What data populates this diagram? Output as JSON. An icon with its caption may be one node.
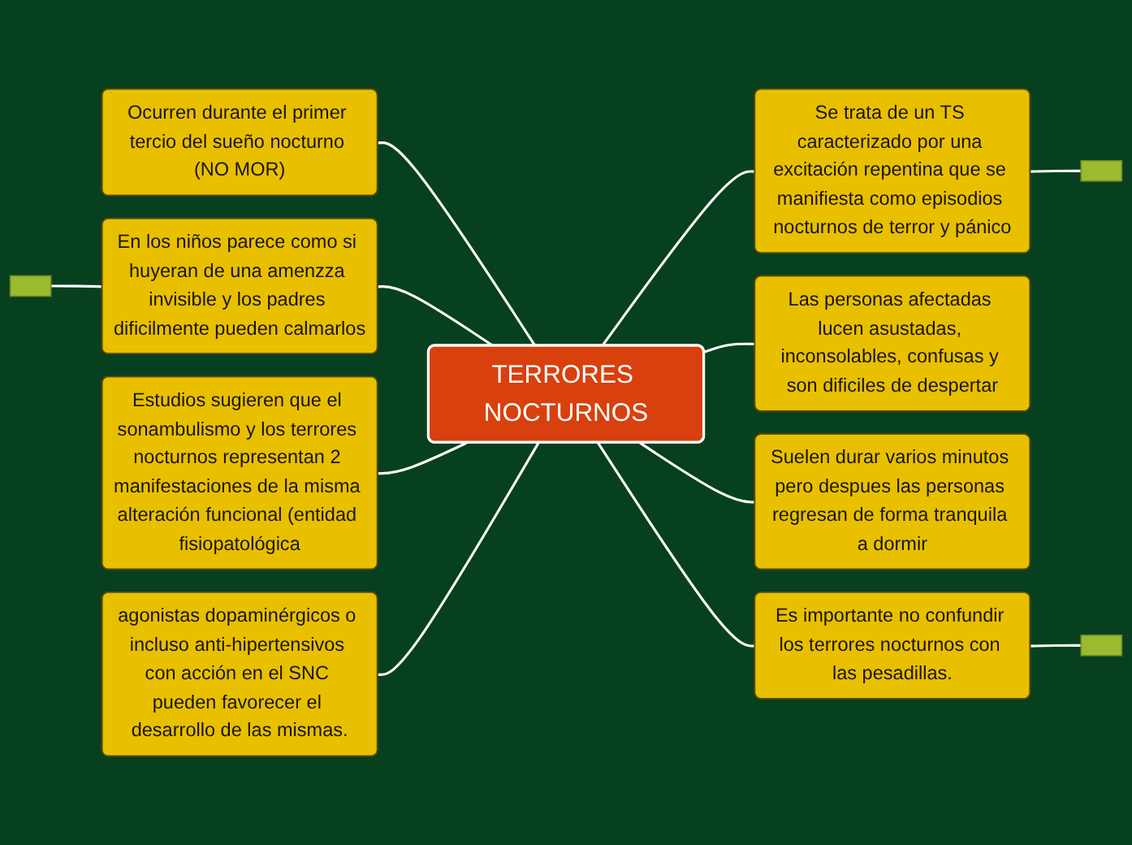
{
  "diagram": {
    "nodes": [
      {
        "text": [
          "TERRORES NOCTURNOS"
        ]
      },
      {
        "text": [
          "Se trata de un TS caracterizado por una excitación repentina que se manifiesta como episodios nocturnos de terror y pánico"
        ]
      },
      {
        "text": [
          "Las personas afectadas lucen asustadas, inconsolables, confusas y son dificiles de despertar"
        ]
      },
      {
        "text": [
          "Suelen durar varios minutos pero despues las personas regresan de forma tranquila a dormir"
        ]
      },
      {
        "text": [
          "Es importante no confundir los terrores nocturnos con las pesadillas."
        ]
      },
      {
        "text": [
          "Ocurren durante el primer tercio del sueño nocturno (NO MOR)"
        ]
      },
      {
        "text": [
          "En los niños parece como si huyeran de una amenzza invisible y los padres dificilmente pueden calmarlos"
        ]
      },
      {
        "text": [
          "Estudios sugieren que el sonambulismo y los terrores nocturnos representan 2 manifestaciones de la misma alteración funcional (entidad fisiopatológica"
        ]
      },
      {
        "text": [
          "agonistas dopaminérgicos o incluso anti-hipertensivos con acción en el SNC pueden favorecer el desarrollo de las mismas."
        ]
      },
      {
        "text": [],
        "shape": "box"
      },
      {
        "text": [],
        "shape": "box"
      },
      {
        "text": [],
        "shape": "box"
      }
    ],
    "edges": [
      {
        "from": 0,
        "to": 1,
        "arrow": "none"
      },
      {
        "from": 0,
        "to": 2,
        "arrow": "none"
      },
      {
        "from": 0,
        "to": 3,
        "arrow": "none"
      },
      {
        "from": 0,
        "to": 4,
        "arrow": "none"
      },
      {
        "from": 0,
        "to": 5,
        "arrow": "none"
      },
      {
        "from": 0,
        "to": 6,
        "arrow": "none"
      },
      {
        "from": 0,
        "to": 7,
        "arrow": "none"
      },
      {
        "from": 0,
        "to": 8,
        "arrow": "none"
      },
      {
        "from": 1,
        "to": 9,
        "arrow": "none"
      },
      {
        "from": 4,
        "to": 10,
        "arrow": "none"
      },
      {
        "from": 6,
        "to": 11,
        "arrow": "none"
      }
    ]
  }
}
